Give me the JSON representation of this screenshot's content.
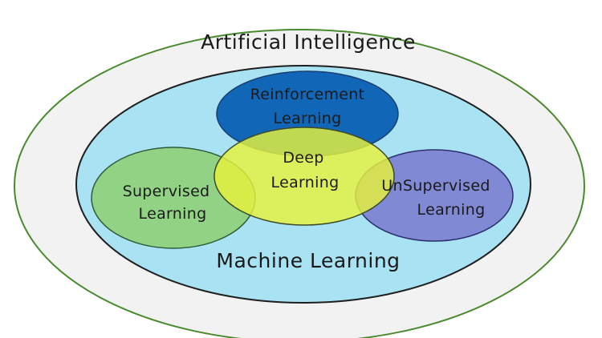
{
  "labels": {
    "artificial_intelligence": "Artificial Intelligence",
    "machine_learning": "Machine Learning",
    "reinforcement_learning": [
      "Reinforcement",
      "Learning"
    ],
    "deep_learning": [
      "Deep",
      "Learning"
    ],
    "supervised_learning": [
      "Supervised",
      "Learning"
    ],
    "unsupervised_learning": [
      "UnSupervised",
      "Learning"
    ]
  },
  "colors": {
    "ai_fill": "#f2f2f2",
    "ai_stroke": "#4a8a2e",
    "ml_fill": "#a9e2f3",
    "ml_stroke": "#1f1f1f",
    "reinforcement_fill": "#0a5fb4",
    "supervised_fill": "#8fd078",
    "unsupervised_fill": "#7d84d2",
    "deep_fill": "#e6f23c"
  }
}
